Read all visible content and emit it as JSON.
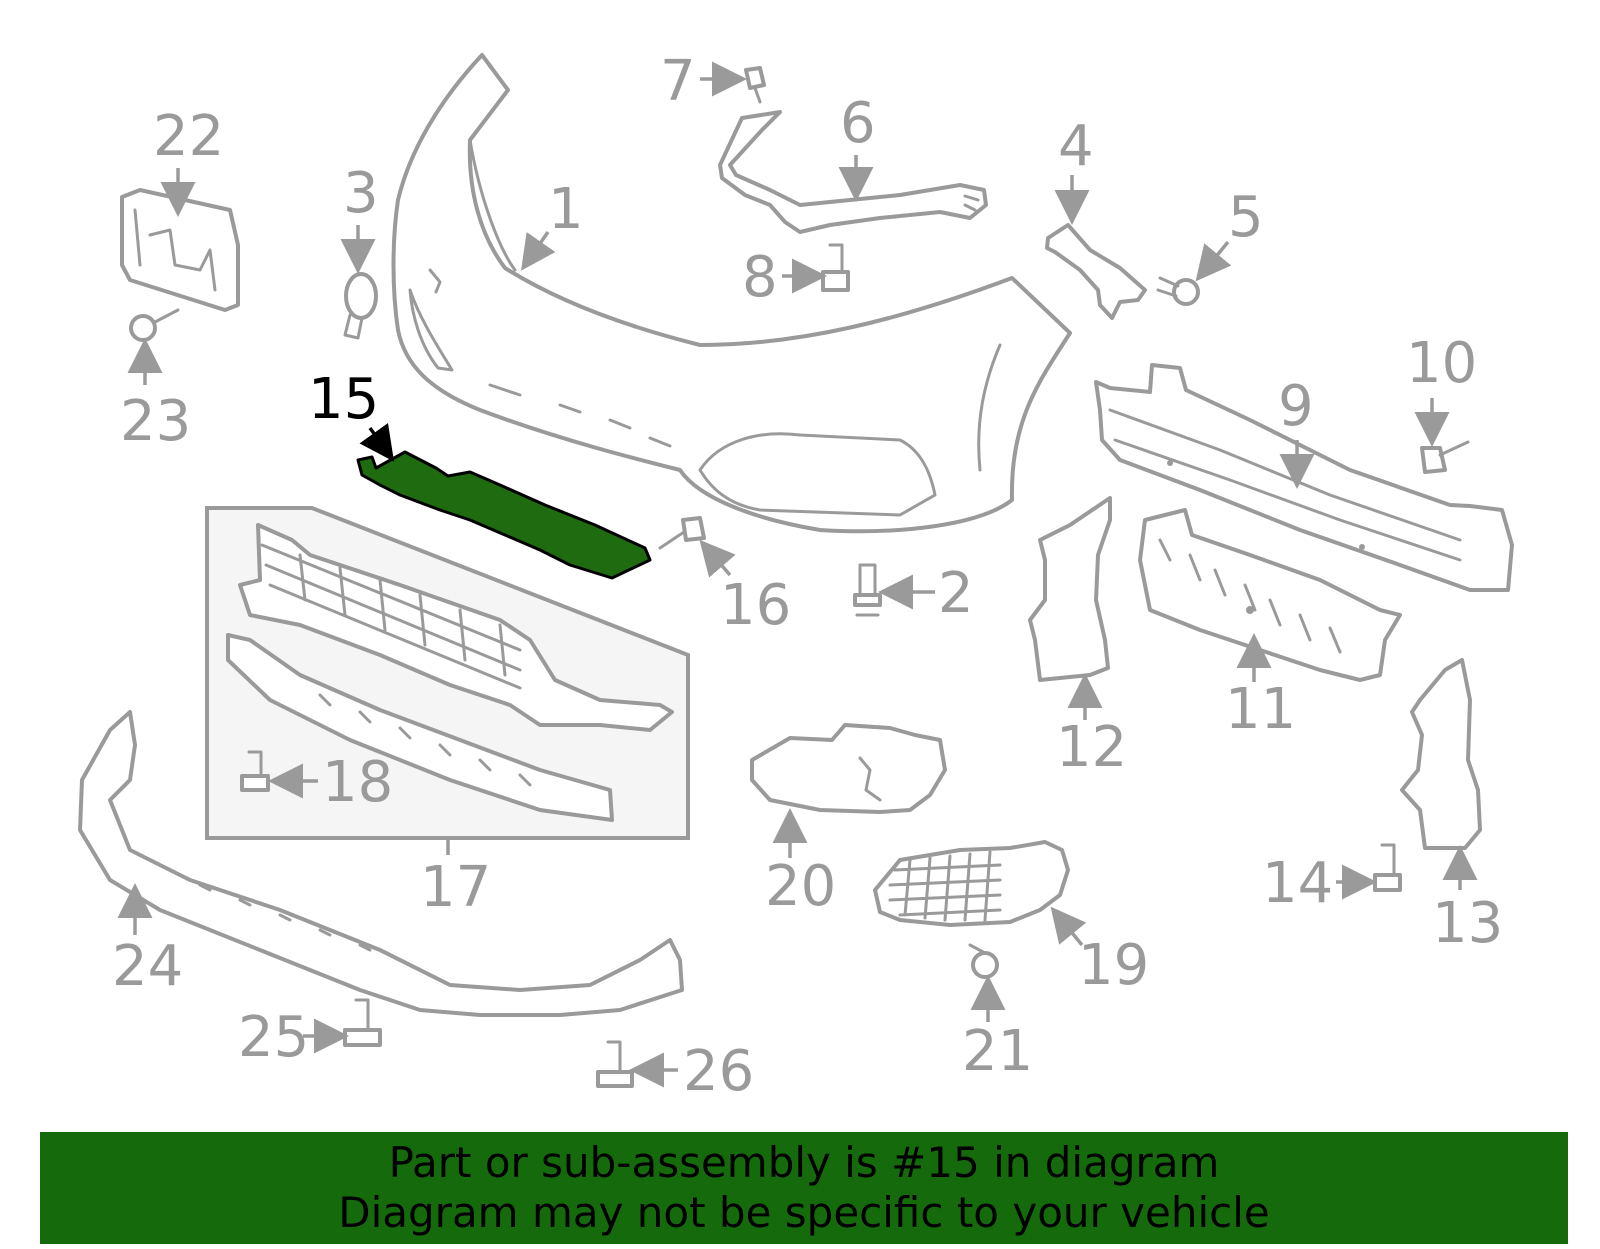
{
  "diagram": {
    "highlighted_part": "15",
    "labels": {
      "p1": "1",
      "p2": "2",
      "p3": "3",
      "p4": "4",
      "p5": "5",
      "p6": "6",
      "p7": "7",
      "p8": "8",
      "p9": "9",
      "p10": "10",
      "p11": "11",
      "p12": "12",
      "p13": "13",
      "p14": "14",
      "p15": "15",
      "p16": "16",
      "p17": "17",
      "p18": "18",
      "p19": "19",
      "p20": "20",
      "p21": "21",
      "p22": "22",
      "p23": "23",
      "p24": "24",
      "p25": "25",
      "p26": "26"
    },
    "colors": {
      "outline": "#9a9a9a",
      "highlight_fill": "#1f6b0f",
      "banner_bg": "#156b0c",
      "subassembly_box_fill": "#f5f5f5"
    }
  },
  "banner": {
    "line1": "Part or sub-assembly is #15 in diagram",
    "line2": "Diagram may not be specific to your vehicle"
  }
}
